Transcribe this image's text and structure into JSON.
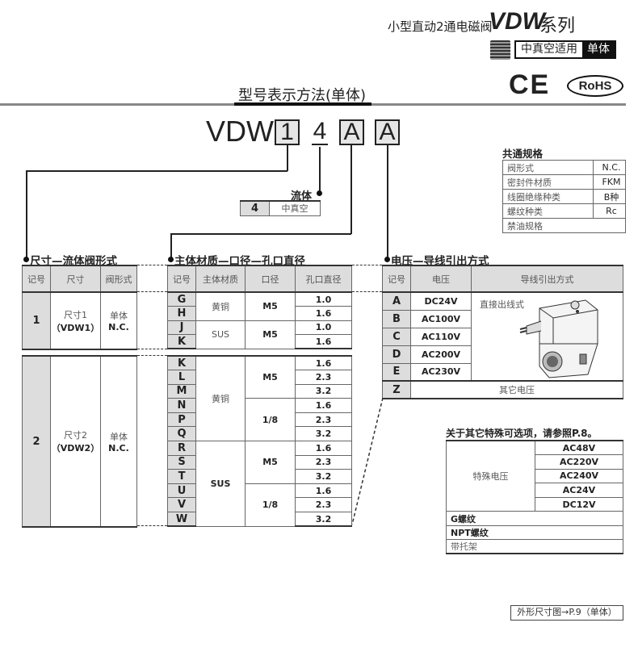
{
  "header": {
    "subtitle": "小型直动2通电磁阀",
    "series_code": "VDW",
    "series_label": "系列",
    "badge_main": "中真空适用",
    "badge_inv": "单体",
    "ce_mark": "CE",
    "rohs": "RoHS"
  },
  "title": "型号表示方法(单体)",
  "model_code": {
    "prefix": "VDW",
    "size": "1",
    "fluid": "4",
    "body": "A",
    "voltage": "A"
  },
  "fluid": {
    "label": "流体",
    "code": "4",
    "value": "中真空"
  },
  "common_spec": {
    "title": "共通规格",
    "rows": [
      {
        "k": "阀形式",
        "v": "N.C."
      },
      {
        "k": "密封件材质",
        "v": "FKM"
      },
      {
        "k": "线圈绝缘种类",
        "v": "B种"
      },
      {
        "k": "螺纹种类",
        "v": "Rc"
      },
      {
        "k": "禁油规格",
        "v": ""
      }
    ]
  },
  "size_table": {
    "section": "尺寸—流体阀形式",
    "headers": [
      "记号",
      "尺寸",
      "阀形式"
    ],
    "rows": [
      {
        "code": "1",
        "size": "尺寸1",
        "model": "（VDW1）",
        "type1": "单体",
        "type2": "N.C."
      },
      {
        "code": "2",
        "size": "尺寸2",
        "model": "（VDW2）",
        "type1": "单体",
        "type2": "N.C."
      }
    ]
  },
  "body_table": {
    "section": "主体材质—口径—孔口直径",
    "headers": [
      "记号",
      "主体材质",
      "口径",
      "孔口直径"
    ],
    "codes1": [
      "G",
      "H",
      "J",
      "K"
    ],
    "orifice1": [
      "1.0",
      "1.6",
      "1.0",
      "1.6"
    ],
    "mat1": [
      "黄铜",
      "SUS"
    ],
    "port1": [
      "M5",
      "M5"
    ],
    "codes2": [
      "K",
      "L",
      "M",
      "N",
      "P",
      "Q",
      "R",
      "S",
      "T",
      "U",
      "V",
      "W"
    ],
    "orifice2": [
      "1.6",
      "2.3",
      "3.2",
      "1.6",
      "2.3",
      "3.2",
      "1.6",
      "2.3",
      "3.2",
      "1.6",
      "2.3",
      "3.2"
    ],
    "mat2": [
      "黄铜",
      "SUS"
    ],
    "port2": [
      "M5",
      "1/8",
      "M5",
      "1/8"
    ]
  },
  "voltage_table": {
    "section": "电压—导线引出方式",
    "headers": [
      "记号",
      "电压",
      "导线引出方式"
    ],
    "rows": [
      {
        "code": "A",
        "v": "DC24V"
      },
      {
        "code": "B",
        "v": "AC100V"
      },
      {
        "code": "C",
        "v": "AC110V"
      },
      {
        "code": "D",
        "v": "AC200V"
      },
      {
        "code": "E",
        "v": "AC230V"
      }
    ],
    "lead": "直接出线式",
    "z_code": "Z",
    "z_value": "其它电压"
  },
  "options": {
    "note": "关于其它特殊可选项，请参照P.8。",
    "special_label": "特殊电压",
    "voltages": [
      "AC48V",
      "AC220V",
      "AC240V",
      "AC24V",
      "DC12V"
    ],
    "others": [
      "G螺纹",
      "NPT螺纹",
      "带托架"
    ]
  },
  "footer": "外形尺寸图→P.9（单体）"
}
